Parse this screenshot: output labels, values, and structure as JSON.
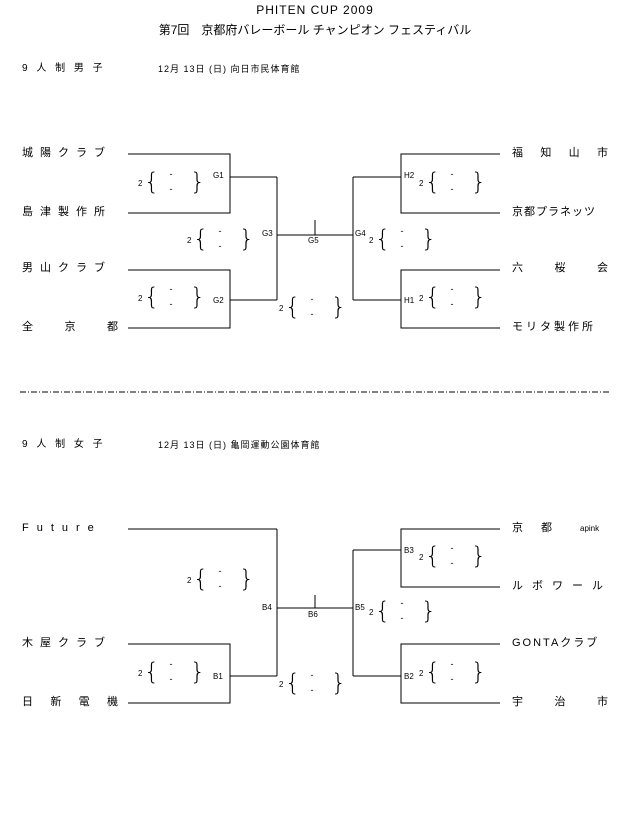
{
  "header": {
    "title": "PHITEN CUP 2009",
    "subtitle": "第7回　京都府バレーボール チャンピオン フェスティバル"
  },
  "men": {
    "section_label": "9 人 制 男 子",
    "date_venue": "12月 13日 (日) 向日市民体育館",
    "teams": {
      "left_1": "城陽クラブ",
      "left_2": "島津製作所",
      "left_3": "男山クラブ",
      "left_4": "全京都",
      "right_1": "福知山市",
      "right_2": "京都プラネッツ",
      "right_3": "六桜会",
      "right_4": "モリタ製作所"
    },
    "matches": {
      "g1": "G1",
      "g2": "G2",
      "g3": "G3",
      "g4": "G4",
      "g5": "G5",
      "h1": "H1",
      "h2": "H2"
    },
    "set_count": "2",
    "score_mark": "-"
  },
  "women": {
    "section_label": "9 人 制 女 子",
    "date_venue": "12月 13日 (日) 亀岡運動公園体育館",
    "teams": {
      "left_1": "Future",
      "left_2": "木屋クラブ",
      "left_3": "日新電機",
      "right_1_main": "京都",
      "right_1_sub": "apink",
      "right_2": "ルボワール",
      "right_3": "GONTAクラブ",
      "right_4": "宇治市"
    },
    "matches": {
      "b1": "B1",
      "b2": "B2",
      "b3": "B3",
      "b4": "B4",
      "b5": "B5",
      "b6": "B6"
    },
    "set_count": "2",
    "score_mark": "-"
  }
}
